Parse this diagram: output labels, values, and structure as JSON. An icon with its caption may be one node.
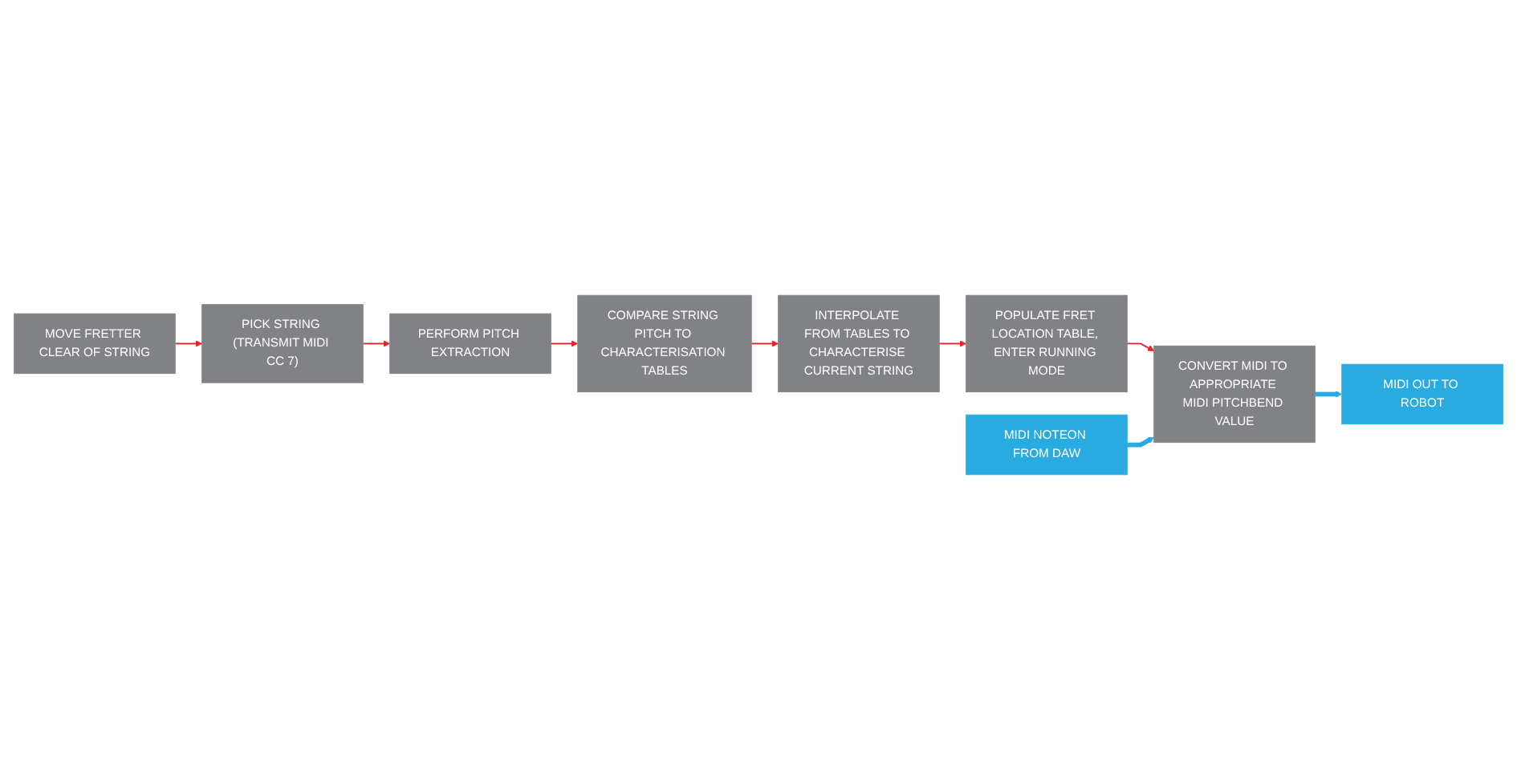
{
  "diagram": {
    "nodes": [
      {
        "text": [
          "MOVE FRETTER CLEAR OF STRING"
        ]
      },
      {
        "text": [
          "PICK STRING (TRANSMIT MIDI CC 7)"
        ]
      },
      {
        "text": [
          "PERFORM PITCH EXTRACTION"
        ]
      },
      {
        "text": [
          "COMPARE STRING PITCH TO CHARACTERISATION TABLES"
        ]
      },
      {
        "text": [
          "INTERPOLATE FROM TABLES TO CHARACTERISE CURRENT STRING"
        ]
      },
      {
        "text": [
          "POPULATE FRET LOCATION TABLE, ENTER RUNNING MODE"
        ]
      },
      {
        "text": [
          "MIDI NOTEON FROM DAW"
        ]
      },
      {
        "text": [
          "CONVERT MIDI TO APPROPRIATE MIDI PITCHBEND VALUE"
        ]
      },
      {
        "text": [
          "MIDI OUT TO ROBOT"
        ]
      }
    ],
    "edges": [
      {
        "from": 0,
        "to": 1,
        "arrow": "to"
      },
      {
        "from": 1,
        "to": 2,
        "arrow": "to"
      },
      {
        "from": 2,
        "to": 3,
        "arrow": "to"
      },
      {
        "from": 3,
        "to": 4,
        "arrow": "to"
      },
      {
        "from": 4,
        "to": 5,
        "arrow": "to"
      },
      {
        "from": 5,
        "to": 7,
        "arrow": "to"
      },
      {
        "from": 6,
        "to": 7,
        "arrow": "to",
        "style": "thick",
        "color": "#29abe2"
      },
      {
        "from": 7,
        "to": 8,
        "arrow": "to",
        "style": "thick",
        "color": "#29abe2"
      }
    ]
  }
}
